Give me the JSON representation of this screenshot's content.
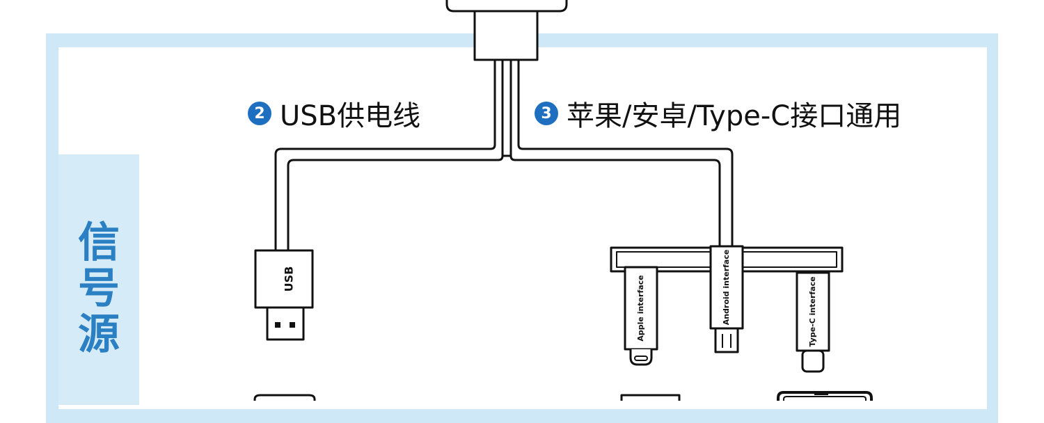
{
  "side_label": "信号源",
  "callouts": [
    {
      "number": "2",
      "text": "USB供电线"
    },
    {
      "number": "3",
      "text": "苹果/安卓/Type-C接口通用"
    }
  ],
  "connectors": {
    "usb": "USB",
    "apple": "Apple interface",
    "android": "Android interface",
    "typec": "Type-C interface"
  },
  "colors": {
    "panel_border": "#cfe8f8",
    "side_tab": "#d6ebf8",
    "accent_text": "#2b7fc3",
    "badge": "#1f6fc0",
    "line": "#111111"
  }
}
